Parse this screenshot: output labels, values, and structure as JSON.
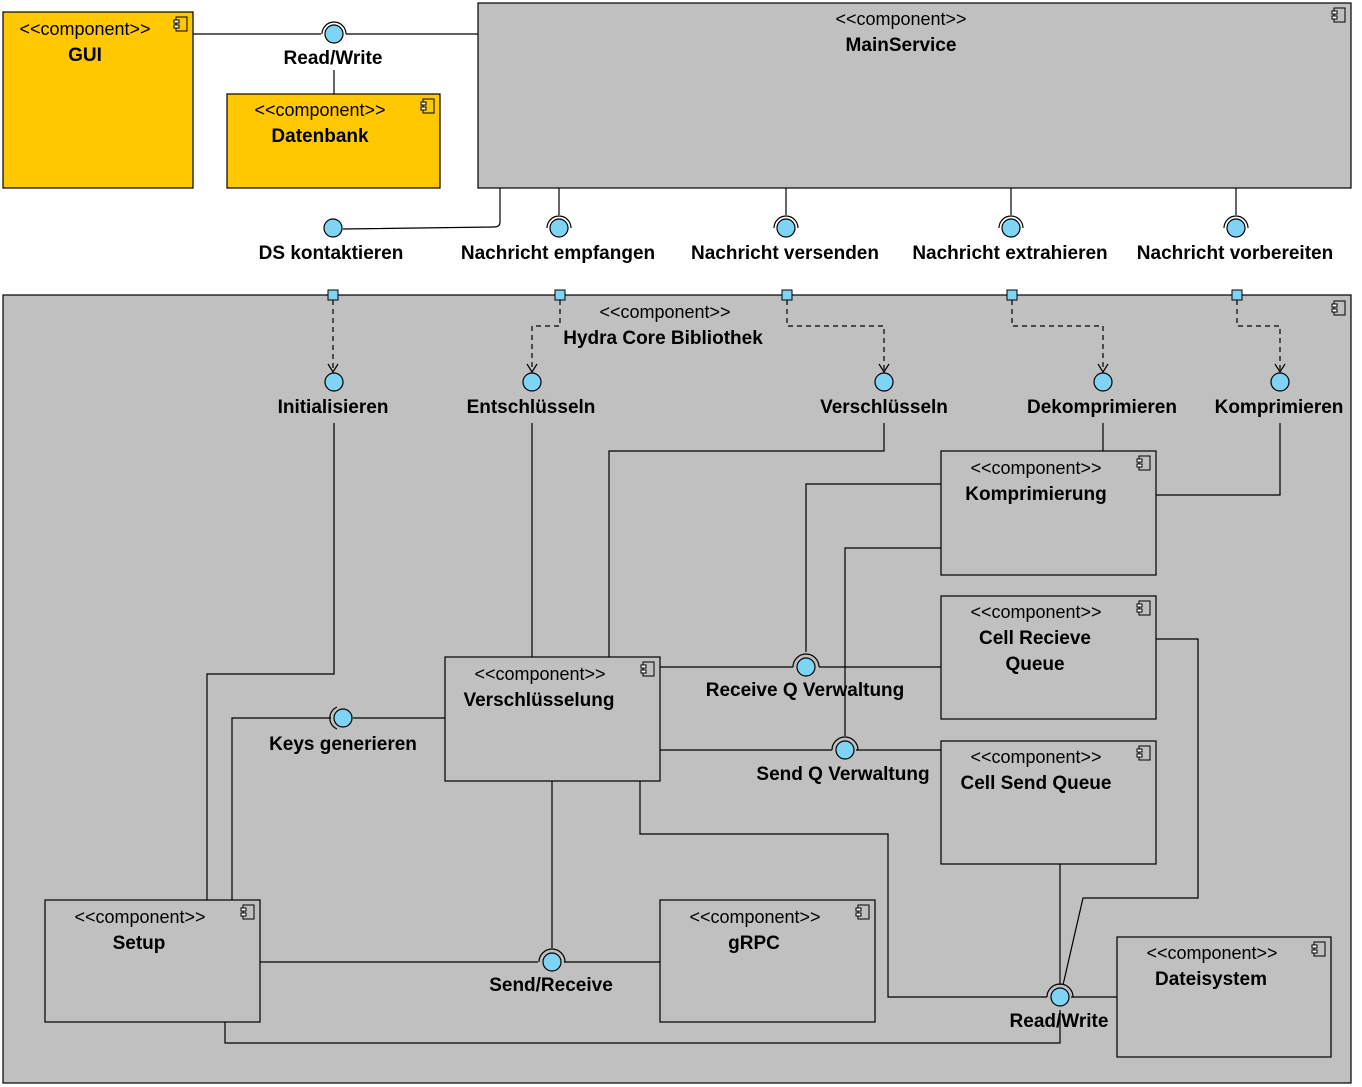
{
  "stereotype": "<<component>>",
  "colors": {
    "gray_component": "#c0c0c0",
    "yellow_component": "#ffc800",
    "interface_ball": "#7fd3f5",
    "port": "#7fd3f5"
  },
  "components": {
    "gui": {
      "name": "GUI"
    },
    "datenbank": {
      "name": "Datenbank"
    },
    "mainservice": {
      "name": "MainService"
    },
    "hydra": {
      "name": "Hydra Core Bibliothek"
    },
    "komprimierung": {
      "name": "Komprimierung"
    },
    "cell_recieve": {
      "name_line1": "Cell Recieve",
      "name_line2": "Queue"
    },
    "cell_send": {
      "name": "Cell Send Queue"
    },
    "verschluesselung": {
      "name": "Verschlüsselung"
    },
    "setup": {
      "name": "Setup"
    },
    "grpc": {
      "name": "gRPC"
    },
    "dateisystem": {
      "name": "Dateisystem"
    }
  },
  "interfaces": {
    "readwrite_top": "Read/Write",
    "ds_kontaktieren": "DS kontaktieren",
    "nachricht_empfangen": "Nachricht empfangen",
    "nachricht_versenden": "Nachricht versenden",
    "nachricht_extrahieren": "Nachricht extrahieren",
    "nachricht_vorbereiten": "Nachricht vorbereiten",
    "initialisieren": "Initialisieren",
    "entschluesseln": "Entschlüsseln",
    "verschluesseln": "Verschlüsseln",
    "dekomprimieren": "Dekomprimieren",
    "komprimieren": "Komprimieren",
    "receive_q_verwaltung": "Receive Q Verwaltung",
    "send_q_verwaltung": "Send Q Verwaltung",
    "keys_generieren": "Keys generieren",
    "send_receive": "Send/Receive",
    "readwrite_bottom": "Read/Write"
  }
}
